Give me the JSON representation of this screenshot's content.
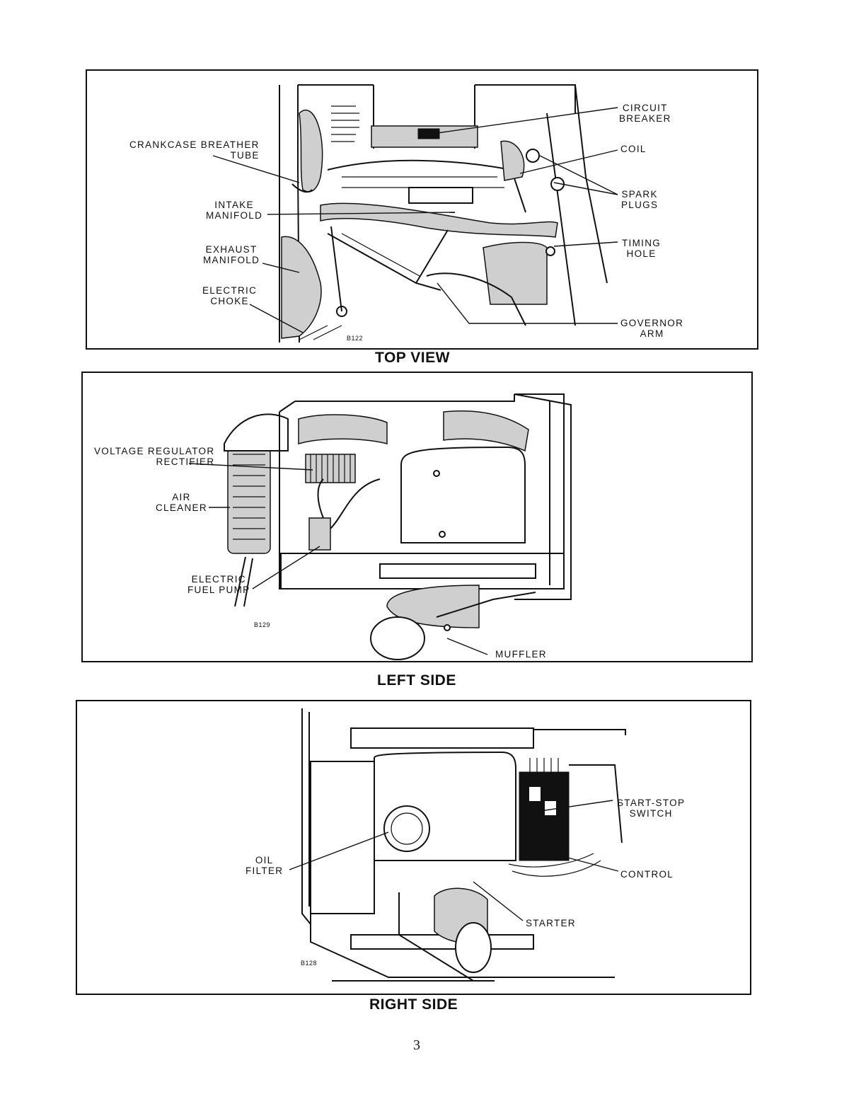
{
  "panels": {
    "top": {
      "caption": "TOP VIEW",
      "code": "B122",
      "labels": {
        "crankcase_1": "CRANKCASE BREATHER",
        "crankcase_2": "TUBE",
        "intake_1": "INTAKE",
        "intake_2": "MANIFOLD",
        "exhaust_1": "EXHAUST",
        "exhaust_2": "MANIFOLD",
        "choke_1": "ELECTRIC",
        "choke_2": "CHOKE",
        "breaker_1": "CIRCUIT",
        "breaker_2": "BREAKER",
        "coil": "COIL",
        "spark_1": "SPARK",
        "spark_2": "PLUGS",
        "timing_1": "TIMING",
        "timing_2": "HOLE",
        "governor_1": "GOVERNOR",
        "governor_2": "ARM"
      }
    },
    "left": {
      "caption": "LEFT SIDE",
      "code": "B129",
      "labels": {
        "regulator_1": "VOLTAGE REGULATOR",
        "regulator_2": "RECTIFIER",
        "air_1": "AIR",
        "air_2": "CLEANER",
        "pump_1": "ELECTRIC",
        "pump_2": "FUEL PUMP",
        "muffler": "MUFFLER"
      }
    },
    "right": {
      "caption": "RIGHT SIDE",
      "code": "B128",
      "labels": {
        "startstop_1": "START-STOP",
        "startstop_2": "SWITCH",
        "control": "CONTROL",
        "oil_1": "OIL",
        "oil_2": "FILTER",
        "starter": "STARTER"
      }
    }
  },
  "page_number": "3"
}
